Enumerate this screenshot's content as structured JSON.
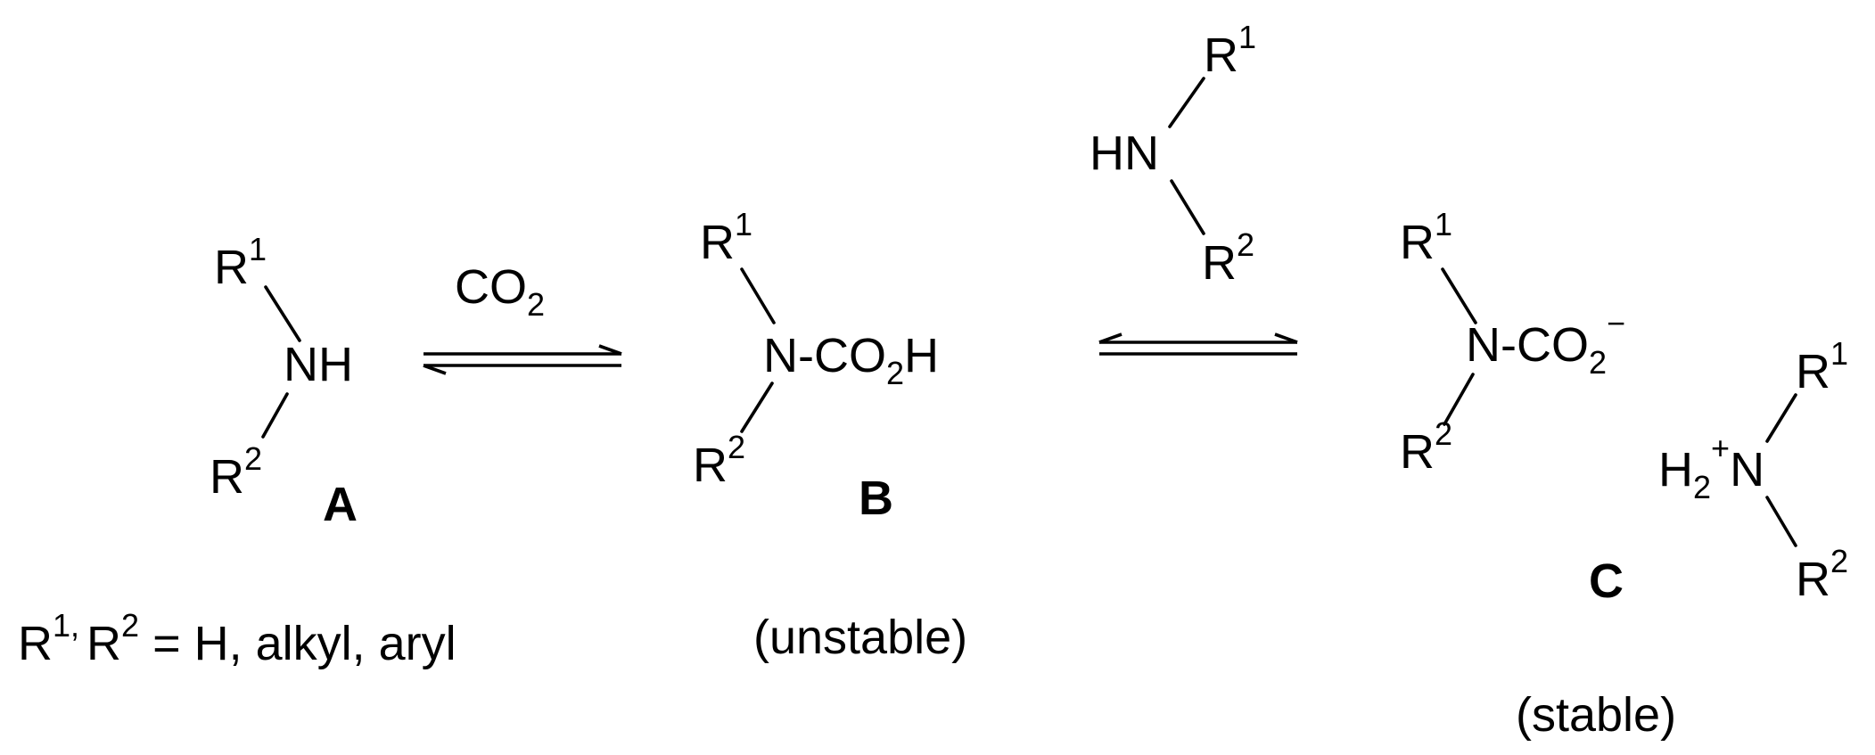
{
  "scheme": {
    "R1": "R",
    "R2": "R",
    "one": "1",
    "two": "2",
    "reagent": {
      "co2_main": "CO",
      "co2_sub": "2"
    },
    "compound_A": {
      "nh": "NH",
      "label": "A",
      "substituent_note_r1": "R",
      "substituent_note_r1_sup": "1,",
      "substituent_note_r2": "R",
      "substituent_note_r2_sup": "2",
      "substituent_note_rest": " = H, alkyl, aryl"
    },
    "compound_B": {
      "formula_main": "N-CO",
      "formula_sub": "2",
      "formula_end": "H",
      "label": "B",
      "note": "(unstable)"
    },
    "amine_reagent": {
      "hn": "HN"
    },
    "compound_C": {
      "carbamate_main": "N-CO",
      "carbamate_sub": "2",
      "carbamate_charge": "−",
      "ammonium_h": "H",
      "ammonium_sub": "2",
      "ammonium_charge": "+",
      "ammonium_n": "N",
      "label": "C",
      "note": "(stable)"
    }
  }
}
